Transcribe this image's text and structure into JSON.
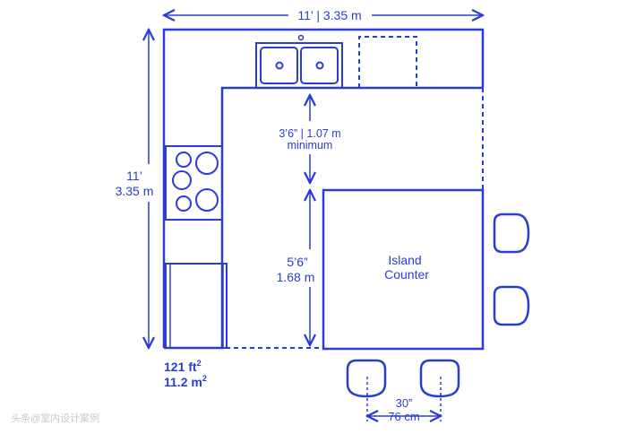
{
  "dimensions": {
    "top_width": "11’ | 3.35 m",
    "side_height_ft": "11’",
    "side_height_m": "3.35 m",
    "clearance_line1": "3’6” | 1.07 m",
    "clearance_line2": "minimum",
    "island_depth_ft": "5’6”",
    "island_depth_m": "1.68 m",
    "stool_spacing_in": "30”",
    "stool_spacing_cm": "76 cm"
  },
  "island": {
    "line1": "Island",
    "line2": "Counter"
  },
  "area": {
    "ft_value": "121 ft",
    "ft_sup": "2",
    "m_value": "11.2 m",
    "m_sup": "2"
  },
  "watermark": "头条@室内设计案例",
  "colors": {
    "line": "#2b3cd6"
  }
}
